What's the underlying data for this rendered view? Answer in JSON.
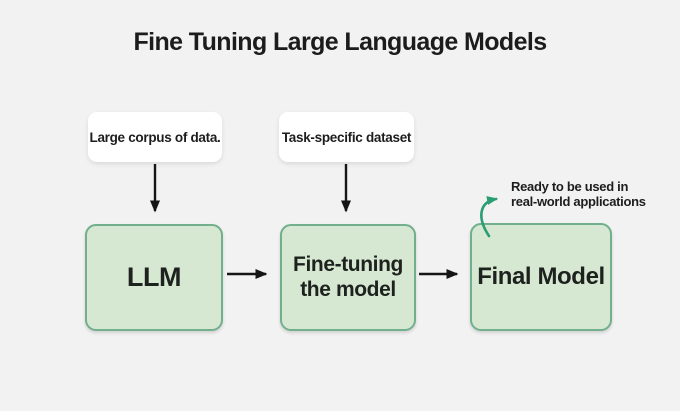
{
  "title": "Fine Tuning Large Language Models",
  "input_labels": {
    "corpus": "Large corpus of data.",
    "dataset": "Task-specific dataset"
  },
  "nodes": {
    "llm": "LLM",
    "finetune": "Fine-tuning the model",
    "final": "Final Model"
  },
  "annotation": {
    "line1": "Ready to be used in",
    "line2": "real-world applications"
  },
  "colors": {
    "background": "#f2f2f2",
    "node_fill": "#d7e8d2",
    "node_border": "#72af8c",
    "label_background": "#ffffff",
    "arrow": "#151515",
    "curved_arrow": "#2a9d73",
    "text": "#1c1c1c"
  }
}
